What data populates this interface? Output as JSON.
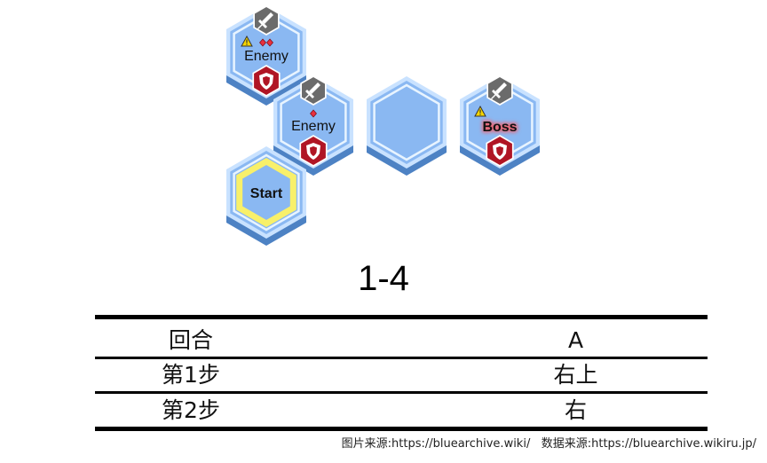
{
  "map": {
    "tiles": [
      {
        "id": "t1",
        "label": "Enemy",
        "has_top_icon": true,
        "top_icon": "sword-icon",
        "has_shield": true,
        "warning": true,
        "diamonds": 2
      },
      {
        "id": "t2",
        "label": "Enemy",
        "has_top_icon": true,
        "top_icon": "sword-icon",
        "has_shield": true,
        "warning": false,
        "diamonds": 1
      },
      {
        "id": "t3",
        "label": "",
        "has_top_icon": false,
        "has_shield": false,
        "warning": false,
        "diamonds": 0
      },
      {
        "id": "t4",
        "label": "Boss",
        "has_top_icon": true,
        "top_icon": "sword-icon",
        "has_shield": true,
        "warning": true,
        "diamonds": 0
      },
      {
        "id": "t5",
        "label": "Start",
        "start": true
      }
    ],
    "colors": {
      "tile_fill": "#8ab8f2",
      "tile_border": "#e8f4ff",
      "tile_shadow": "#4d82c4",
      "icon_bg": "#6b6b6b",
      "shield_bg": "#b01524",
      "start_ring": "#f8f06a",
      "boss_glow": "#e86a7a"
    }
  },
  "stage": {
    "title": "1-4"
  },
  "table": {
    "header": {
      "col1": "回合",
      "col2": "A"
    },
    "rows": [
      {
        "col1": "第1步",
        "col2": "右上"
      },
      {
        "col1": "第2步",
        "col2": "右"
      }
    ]
  },
  "footer": {
    "source": "图片来源:https://bluearchive.wiki/   数据来源:https://bluearchive.wikiru.jp/"
  }
}
